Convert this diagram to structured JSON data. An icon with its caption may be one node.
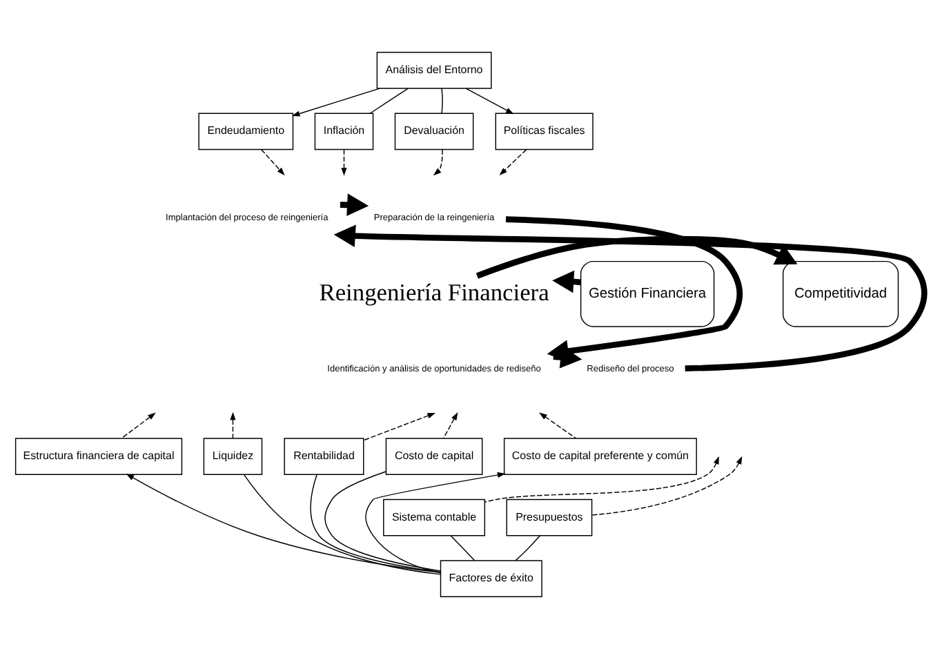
{
  "diagram": {
    "nodes": [
      {
        "text": [
          "Análisis del Entorno"
        ]
      },
      {
        "text": [
          "Endeudamiento"
        ]
      },
      {
        "text": [
          "Inflación"
        ]
      },
      {
        "text": [
          "Devaluación"
        ]
      },
      {
        "text": [
          "Políticas fiscales"
        ]
      },
      {
        "text": [
          "Gestión Financiera"
        ]
      },
      {
        "text": [
          "Implantación del proceso de reingeniería"
        ]
      },
      {
        "text": [
          "Preparación de la reingeniería"
        ]
      },
      {
        "text": [
          "Reingeniería Financiera"
        ]
      },
      {
        "text": [
          "Competitividad"
        ]
      },
      {
        "text": [
          "Rediseño del proceso"
        ]
      },
      {
        "text": [
          "Identificación y análisis de oportunidades de rediseño"
        ]
      },
      {
        "text": [
          "Estructura financiera de capital"
        ]
      },
      {
        "text": [
          "Liquidez"
        ]
      },
      {
        "text": [
          "Rentabilidad"
        ]
      },
      {
        "text": [
          "Costo de capital"
        ]
      },
      {
        "text": [
          "Costo de capital preferente y común"
        ]
      },
      {
        "text": [
          "Sistema contable"
        ]
      },
      {
        "text": [
          "Presupuestos"
        ]
      },
      {
        "text": [
          "Factores de éxito"
        ]
      }
    ],
    "edges": [
      {
        "from": 0,
        "to": 1,
        "arrow": "to"
      },
      {
        "from": 0,
        "to": 2,
        "arrow": "none"
      },
      {
        "from": 0,
        "to": 3,
        "arrow": "none"
      },
      {
        "from": 0,
        "to": 4,
        "arrow": "to"
      },
      {
        "from": 1,
        "to": null,
        "arrow": "to",
        "style": "dashed"
      },
      {
        "from": 2,
        "to": null,
        "arrow": "to",
        "style": "dashed"
      },
      {
        "from": 3,
        "to": null,
        "arrow": "to",
        "style": "dashed"
      },
      {
        "from": 4,
        "to": null,
        "arrow": "to",
        "style": "dashed"
      },
      {
        "from": 6,
        "to": 7,
        "arrow": "to",
        "style": "thick"
      },
      {
        "from": 7,
        "to": 11,
        "arrow": "to",
        "style": "thick"
      },
      {
        "from": 11,
        "to": 10,
        "arrow": "to",
        "style": "thick"
      },
      {
        "from": 10,
        "to": 6,
        "arrow": "to",
        "style": "thick"
      },
      {
        "from": 5,
        "to": 8,
        "arrow": "to",
        "style": "thick"
      },
      {
        "from": 8,
        "to": 9,
        "arrow": "to",
        "style": "thick"
      },
      {
        "from": 12,
        "to": null,
        "arrow": "to",
        "style": "dashed"
      },
      {
        "from": 13,
        "to": null,
        "arrow": "to",
        "style": "dashed"
      },
      {
        "from": 17,
        "to": null,
        "arrow": "to",
        "style": "dashed"
      },
      {
        "from": 14,
        "to": null,
        "arrow": "to",
        "style": "dashed"
      },
      {
        "from": 18,
        "to": null,
        "arrow": "to",
        "style": "dashed"
      },
      {
        "from": 15,
        "to": null,
        "arrow": "to",
        "style": "dashed"
      },
      {
        "from": 16,
        "to": null,
        "arrow": "to",
        "style": "dashed"
      },
      {
        "from": 19,
        "to": 12,
        "arrow": "to"
      },
      {
        "from": 19,
        "to": 13,
        "arrow": "none"
      },
      {
        "from": 19,
        "to": 17,
        "arrow": "none"
      },
      {
        "from": 19,
        "to": 14,
        "arrow": "none"
      },
      {
        "from": 19,
        "to": 18,
        "arrow": "none"
      },
      {
        "from": 19,
        "to": 15,
        "arrow": "none"
      },
      {
        "from": 19,
        "to": 16,
        "arrow": "to"
      }
    ]
  }
}
